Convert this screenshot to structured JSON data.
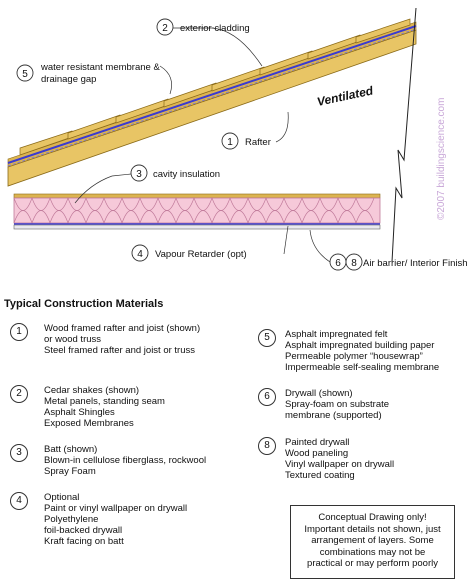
{
  "diagram": {
    "labels": {
      "exterior_cladding": {
        "num": "2",
        "text": "exterior cladding"
      },
      "membrane": {
        "num": "5",
        "line1": "water resistant membrane &",
        "line2": "drainage gap"
      },
      "rafter": {
        "num": "1",
        "text": "Rafter"
      },
      "cavity": {
        "num": "3",
        "text": "cavity insulation"
      },
      "vapour": {
        "num": "4",
        "text": "Vapour Retarder (opt)"
      },
      "air_barrier": {
        "num_a": "6",
        "num_b": "8",
        "text": "Air barrier/ Interior Finish"
      }
    },
    "ventilated": "Ventilated",
    "copyright": "©2007 buildingscience.com"
  },
  "materials": {
    "title": "Typical Construction Materials",
    "items": [
      {
        "num": "1",
        "lines": [
          "Wood framed rafter and joist (shown)",
          "or wood truss",
          "Steel framed rafter and joist or truss"
        ]
      },
      {
        "num": "2",
        "lines": [
          "Cedar shakes (shown)",
          "Metal panels, standing seam",
          "Asphalt Shingles",
          "Exposed Membranes"
        ]
      },
      {
        "num": "3",
        "lines": [
          "Batt (shown)",
          "Blown-in cellulose fiberglass, rockwool",
          "Spray Foam"
        ]
      },
      {
        "num": "4",
        "lines": [
          "Optional",
          "Paint or vinyl wallpaper on drywall",
          "Polyethylene",
          "foil-backed drywall",
          "Kraft facing on batt"
        ]
      },
      {
        "num": "5",
        "lines": [
          "Asphalt impregnated felt",
          "Asphalt impregnated building paper",
          "Permeable polymer “housewrap”",
          "Impermeable self-sealing membrane"
        ]
      },
      {
        "num": "6",
        "lines": [
          "Drywall (shown)",
          "Spray-foam on substrate",
          "membrane (supported)"
        ]
      },
      {
        "num": "8",
        "lines": [
          "Painted drywall",
          "Wood paneling",
          "Vinyl wallpaper on drywall",
          "Textured coating"
        ]
      }
    ],
    "note": [
      "Conceptual Drawing only!",
      "Important details not shown, just",
      "arrangement of layers.  Some",
      "combinations may not be",
      "practical or may perform poorly"
    ]
  },
  "colors": {
    "wood": "#e8c565",
    "wood_dark": "#b8902c",
    "membrane": "#3b3bd0",
    "insulation": "#f6c9d9",
    "insulation_line": "#c07a9a",
    "drywall": "#e9e9ef",
    "copyright": "#c9a8d8"
  }
}
